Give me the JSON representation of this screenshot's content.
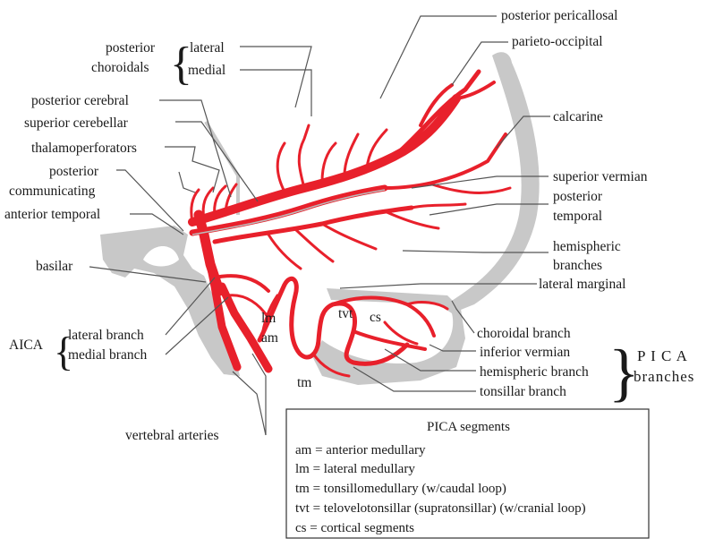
{
  "colors": {
    "artery": "#e8202b",
    "brain_outline": "#c8c8c8",
    "text": "#1a1a1a",
    "leader": "#555555"
  },
  "labels": {
    "posterior_pericallosal": "posterior pericallosal",
    "parieto_occipital": "parieto-occipital",
    "posterior_choroidals_1": "posterior",
    "posterior_choroidals_2": "choroidals",
    "lateral": "lateral",
    "medial": "medial",
    "posterior_cerebral": "posterior cerebral",
    "superior_cerebellar": "superior cerebellar",
    "thalamoperforators": "thalamoperforators",
    "posterior_communicating_1": "posterior",
    "posterior_communicating_2": "communicating",
    "anterior_temporal": "anterior temporal",
    "calcarine": "calcarine",
    "superior_vermian": "superior vermian",
    "posterior_temporal_1": "posterior",
    "posterior_temporal_2": "temporal",
    "hemispheric_branches_1": "hemispheric",
    "hemispheric_branches_2": "branches",
    "basilar": "basilar",
    "lateral_marginal": "lateral marginal",
    "aica": "AICA",
    "aica_lateral_branch": "lateral branch",
    "aica_medial_branch": "medial branch",
    "lm": "lm",
    "am": "am",
    "tvt": "tvt",
    "cs": "cs",
    "tm": "tm",
    "choroidal_branch": "choroidal branch",
    "inferior_vermian": "inferior vermian",
    "hemispheric_branch": "hemispheric branch",
    "tonsillar_branch": "tonsillar branch",
    "pica_branches_1": "P I C A",
    "pica_branches_2": "branches",
    "vertebral_arteries": "vertebral arteries"
  },
  "legend": {
    "title": "PICA segments",
    "items": [
      "am = anterior medullary",
      "lm = lateral medullary",
      "tm = tonsillomedullary (w/caudal loop)",
      "tvt = telovelotonsillar (supratonsillar) (w/cranial loop)",
      "cs = cortical segments"
    ]
  }
}
